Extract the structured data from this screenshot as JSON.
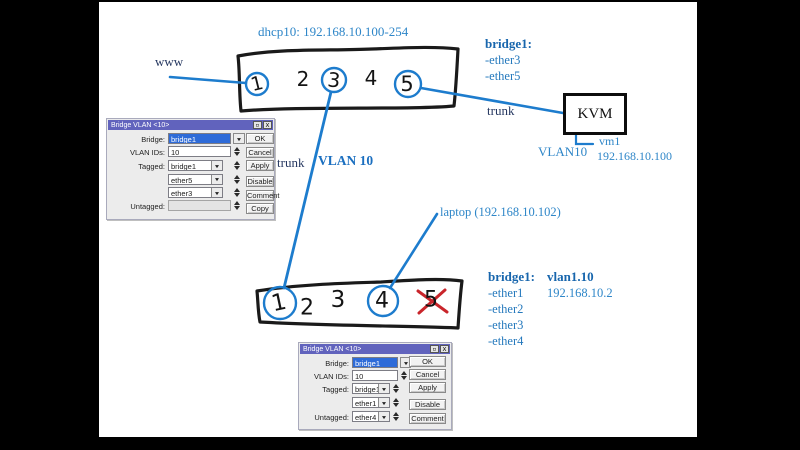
{
  "diagram": {
    "dhcp_label": "dhcp10: 192.168.10.100-254",
    "www_label": "www",
    "trunk_right_label": "trunk",
    "trunk_mid_label": "trunk",
    "vlan10_mid_label": "VLAN 10",
    "kvm_label": "KVM",
    "kvm_vlan_label": "VLAN10",
    "vm_label": "vm1",
    "vm_ip": "192.168.10.100",
    "laptop_label": "laptop (192.168.10.102)",
    "top_bridge_note": {
      "title": "bridge1:",
      "line1": "-ether3",
      "line2": "-ether5"
    },
    "bottom_bridge_note": {
      "title": "bridge1:",
      "line1": "-ether1",
      "line2": "-ether2",
      "line3": "-ether3",
      "line4": "-ether4"
    },
    "vlan_note": {
      "title": "vlan1.10",
      "ip": "192.168.10.2"
    },
    "top_switch": {
      "ports": [
        "1",
        "2",
        "3",
        "4",
        "5"
      ]
    },
    "bottom_switch": {
      "ports": [
        "1",
        "2",
        "3",
        "4",
        "5"
      ]
    },
    "colors": {
      "line_blue": "#1d7ccd",
      "cross_red": "#c9252b",
      "text_blue": "#2e86c8",
      "text_navy": "#24365f"
    }
  },
  "dialog_top": {
    "title": "Bridge VLAN <10>",
    "minimize_icon": "▫",
    "close_icon": "x",
    "bridge_label": "Bridge:",
    "bridge_value": "bridge1",
    "vlan_ids_label": "VLAN IDs:",
    "vlan_ids_value": "10",
    "tagged_label": "Tagged:",
    "tagged_1": "bridge1",
    "tagged_2": "ether5",
    "tagged_3": "ether3",
    "untagged_label": "Untagged:",
    "untagged_value": "",
    "btn_ok": "OK",
    "btn_cancel": "Cancel",
    "btn_apply": "Apply",
    "btn_disable": "Disable",
    "btn_comment": "Comment",
    "btn_copy": "Copy"
  },
  "dialog_bottom": {
    "title": "Bridge VLAN <10>",
    "minimize_icon": "▫",
    "close_icon": "x",
    "bridge_label": "Bridge:",
    "bridge_value": "bridge1",
    "vlan_ids_label": "VLAN IDs:",
    "vlan_ids_value": "10",
    "tagged_label": "Tagged:",
    "tagged_1": "bridge1",
    "tagged_2": "ether1",
    "untagged_label": "Untagged:",
    "untagged_value": "ether4",
    "btn_ok": "OK",
    "btn_cancel": "Cancel",
    "btn_apply": "Apply",
    "btn_disable": "Disable",
    "btn_comment": "Comment"
  }
}
